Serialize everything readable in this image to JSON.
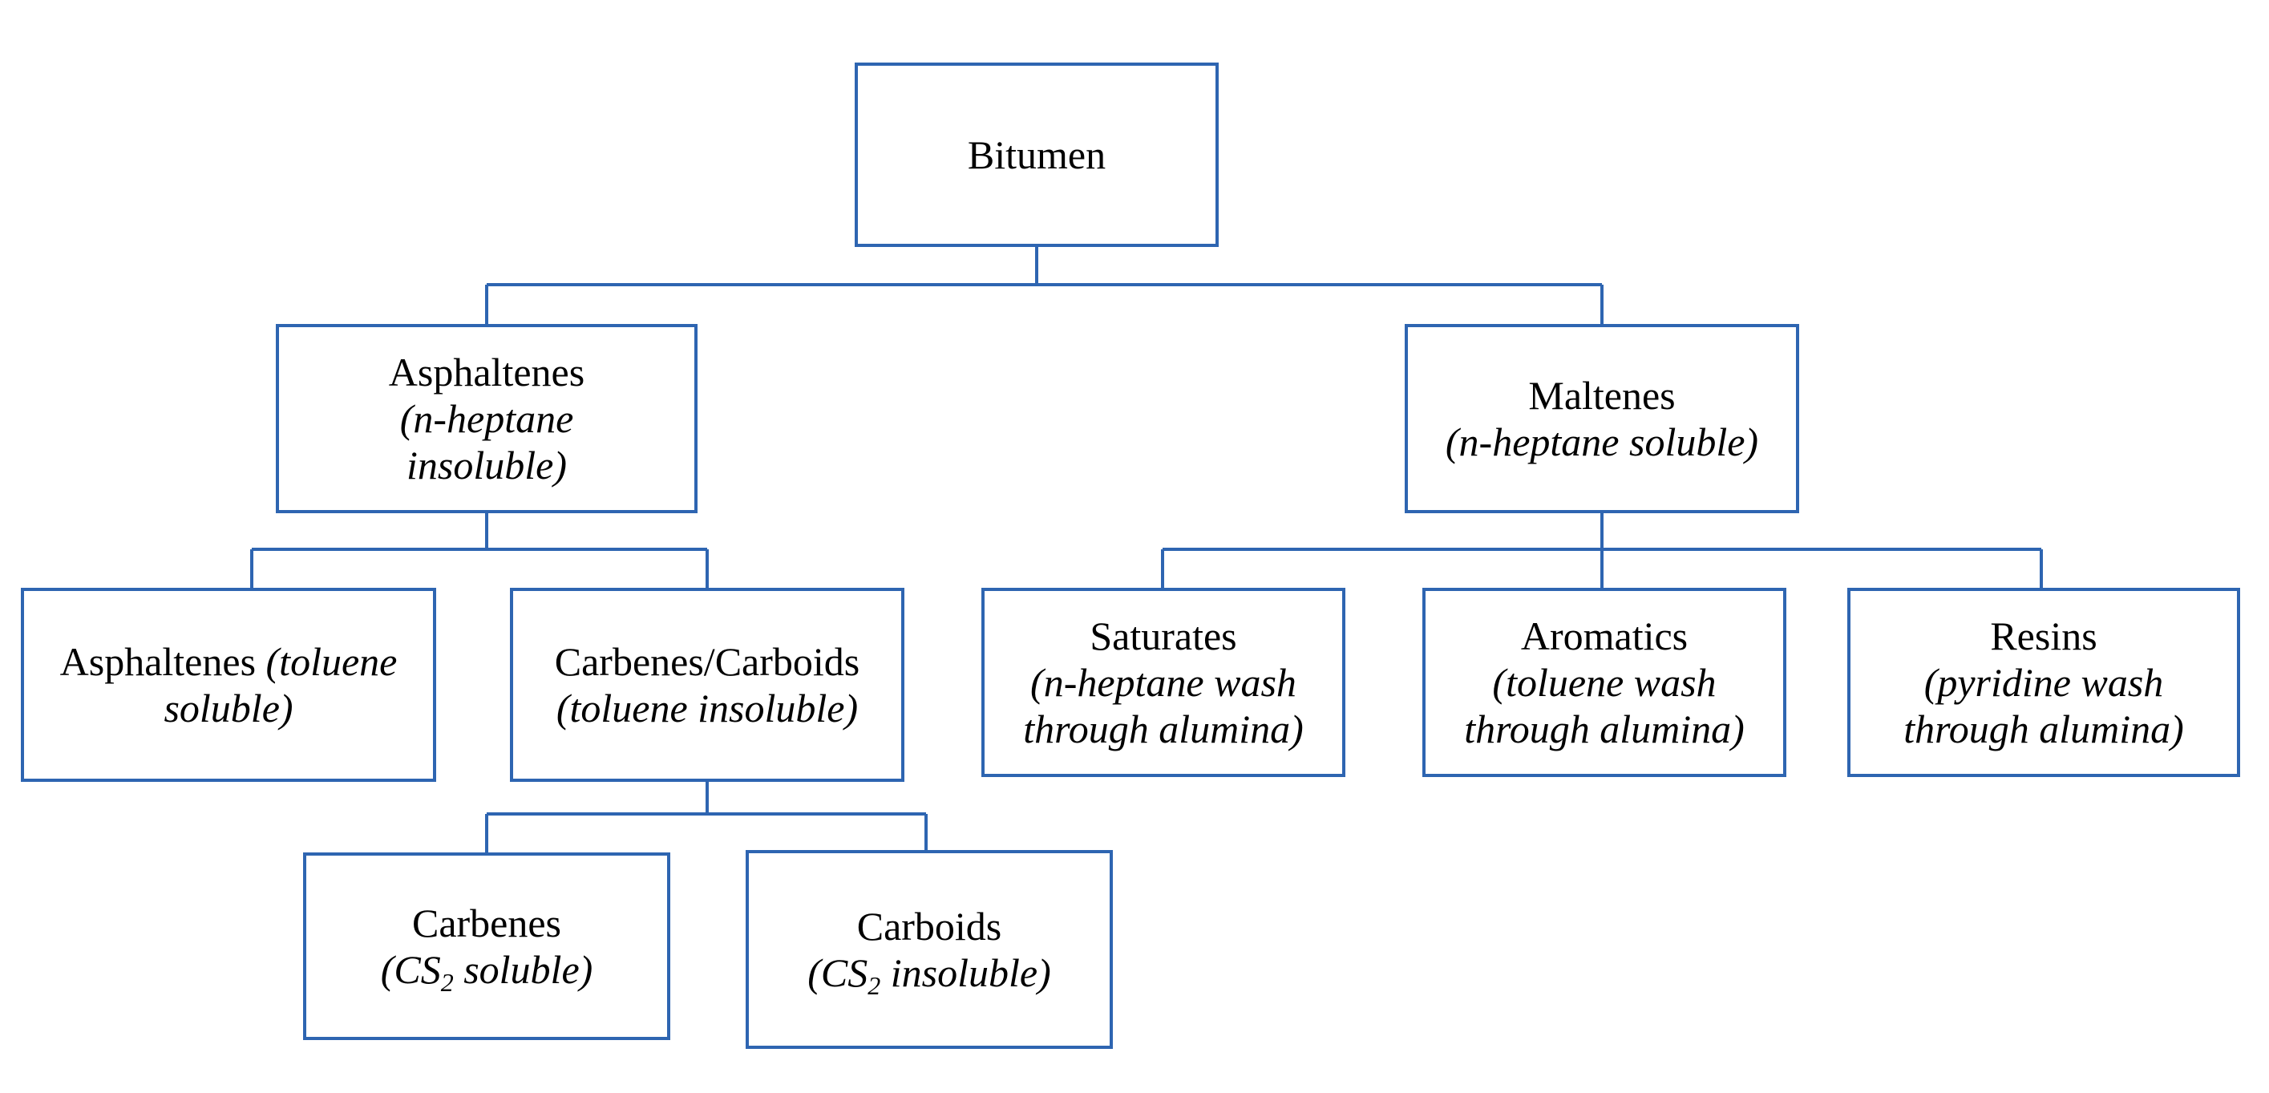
{
  "colors": {
    "box_border": "#2e65b1",
    "connector": "#2e65b1",
    "text": "#000000",
    "background": "#ffffff"
  },
  "nodes": {
    "bitumen": {
      "label": "Bitumen"
    },
    "asphaltenes_top": {
      "label": "Asphaltenes",
      "note_line1": "(n-heptane",
      "note_line2": "insoluble)"
    },
    "maltenes": {
      "label": "Maltenes",
      "note": "(n-heptane soluble)"
    },
    "asphaltenes_toluene": {
      "label": "Asphaltenes",
      "note_inline": "(toluene",
      "note_line2": "soluble)"
    },
    "carbenes_carboids": {
      "label": "Carbenes/Carboids",
      "note": "(toluene insoluble)"
    },
    "saturates": {
      "label": "Saturates",
      "note_line1": "(n-heptane wash",
      "note_line2": "through alumina)"
    },
    "aromatics": {
      "label": "Aromatics",
      "note_line1": "(toluene wash",
      "note_line2": "through alumina)"
    },
    "resins": {
      "label": "Resins",
      "note_line1": "(pyridine wash",
      "note_line2": "through alumina)"
    },
    "carbenes": {
      "label": "Carbenes",
      "note_pre": "(CS",
      "note_sub": "2",
      "note_post": " soluble)"
    },
    "carboids": {
      "label": "Carboids",
      "note_pre": "(CS",
      "note_sub": "2",
      "note_post": " insoluble)"
    }
  }
}
